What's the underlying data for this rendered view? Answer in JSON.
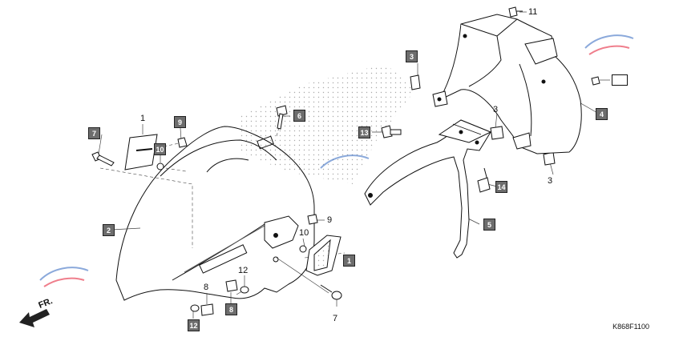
{
  "diagram_code": "K868F1100",
  "direction_label": "FR.",
  "watermark_colors": {
    "red": "#e0001b",
    "blue": "#1a56b8"
  },
  "callouts": [
    {
      "id": "c-1a",
      "text": "1",
      "boxed": false
    },
    {
      "id": "c-1b",
      "text": "1",
      "boxed": true
    },
    {
      "id": "c-2",
      "text": "2",
      "boxed": true
    },
    {
      "id": "c-3a",
      "text": "3",
      "boxed": true
    },
    {
      "id": "c-3b",
      "text": "3",
      "boxed": false
    },
    {
      "id": "c-3c",
      "text": "3",
      "boxed": false
    },
    {
      "id": "c-4",
      "text": "4",
      "boxed": true
    },
    {
      "id": "c-5",
      "text": "5",
      "boxed": true
    },
    {
      "id": "c-6",
      "text": "6",
      "boxed": true
    },
    {
      "id": "c-7a",
      "text": "7",
      "boxed": true
    },
    {
      "id": "c-7b",
      "text": "7",
      "boxed": false
    },
    {
      "id": "c-8a",
      "text": "8",
      "boxed": false
    },
    {
      "id": "c-8b",
      "text": "8",
      "boxed": true
    },
    {
      "id": "c-9a",
      "text": "9",
      "boxed": true
    },
    {
      "id": "c-9b",
      "text": "9",
      "boxed": false
    },
    {
      "id": "c-10a",
      "text": "10",
      "boxed": true
    },
    {
      "id": "c-10b",
      "text": "10",
      "boxed": false
    },
    {
      "id": "c-11",
      "text": "11",
      "boxed": false
    },
    {
      "id": "c-12a",
      "text": "12",
      "boxed": false
    },
    {
      "id": "c-12b",
      "text": "12",
      "boxed": true
    },
    {
      "id": "c-13",
      "text": "13",
      "boxed": true
    },
    {
      "id": "c-14",
      "text": "14",
      "boxed": true
    }
  ]
}
